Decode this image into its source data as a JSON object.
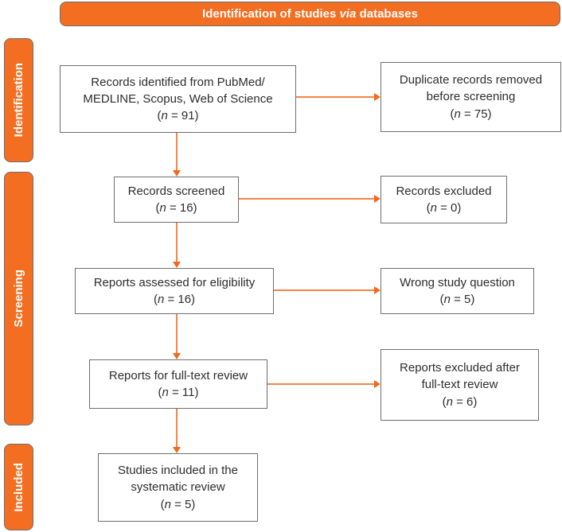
{
  "banner": {
    "text_before": "Identification of studies ",
    "text_italic": "via",
    "text_after": " databases"
  },
  "side_labels": [
    {
      "label": "Identification"
    },
    {
      "label": "Screening"
    },
    {
      "label": "Included"
    }
  ],
  "boxes": [
    {
      "name": "records-identified",
      "lines": [
        "Records identified from PubMed/",
        "MEDLINE, Scopus, Web of Science"
      ],
      "n_open": "(",
      "n_italic": "n",
      "n_rest": " = 91)"
    },
    {
      "name": "duplicates-removed",
      "lines": [
        "Duplicate records removed",
        "before screening"
      ],
      "n_open": "(",
      "n_italic": "n",
      "n_rest": " = 75)"
    },
    {
      "name": "records-screened",
      "lines": [
        "Records screened"
      ],
      "n_open": "(",
      "n_italic": "n",
      "n_rest": " = 16)"
    },
    {
      "name": "records-excluded",
      "lines": [
        "Records excluded"
      ],
      "n_open": "(",
      "n_italic": "n",
      "n_rest": " = 0)"
    },
    {
      "name": "reports-assessed",
      "lines": [
        "Reports assessed for eligibility"
      ],
      "n_open": "(",
      "n_italic": "n",
      "n_rest": " = 16)"
    },
    {
      "name": "wrong-study-question",
      "lines": [
        "Wrong study question"
      ],
      "n_open": "(",
      "n_italic": "n",
      "n_rest": " = 5)"
    },
    {
      "name": "full-text-review",
      "lines": [
        "Reports for full-text review"
      ],
      "n_open": "(",
      "n_italic": "n",
      "n_rest": " = 11)"
    },
    {
      "name": "reports-excluded",
      "lines": [
        "Reports excluded after",
        "full-text review"
      ],
      "n_open": "(",
      "n_italic": "n",
      "n_rest": " = 6)"
    },
    {
      "name": "studies-included",
      "lines": [
        "Studies included in the",
        "systematic review"
      ],
      "n_open": "(",
      "n_italic": "n",
      "n_rest": " = 5)"
    }
  ],
  "colors": {
    "accent_orange": "#F36E21",
    "arrow_line": "#F58445",
    "arrow_head": "#F2691B",
    "box_border": "#6E6E6E",
    "box_text": "#2D2D2D",
    "banner_text": "#FFFFFF"
  }
}
